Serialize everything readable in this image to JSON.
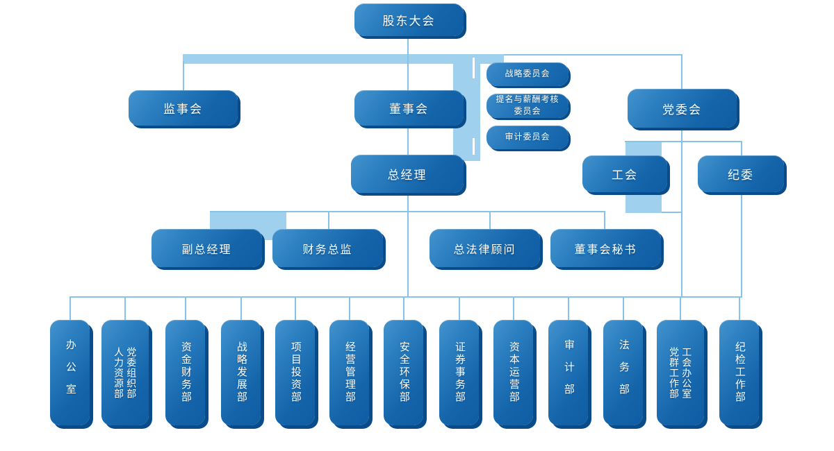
{
  "org_chart": {
    "background": "#ffffff",
    "colors": {
      "node_gradient_light": "#4493cd",
      "node_gradient_dark": "#0f5ca3",
      "node_shadow": "#0a4c89",
      "connector_line": "#86c4e7",
      "highlight_band": "#9fd0ee",
      "label_text": "#ffffff"
    },
    "top": {
      "shareholders_meeting": "股东大会"
    },
    "level2": {
      "supervisory_board": "监事会",
      "board_of_directors": "董事会",
      "party_committee": "党委会"
    },
    "board_committees": [
      "战略委员会",
      "提名与薪酬考核\n委员会",
      "审计委员会"
    ],
    "level3": {
      "general_manager": "总经理",
      "labor_union": "工会",
      "discipline_committee": "纪委"
    },
    "executives": [
      "副总经理",
      "财务总监",
      "总法律顾问",
      "董事会秘书"
    ],
    "departments": [
      {
        "columns": [
          "办公室"
        ]
      },
      {
        "columns": [
          "党委组织部",
          "人力资源部"
        ]
      },
      {
        "columns": [
          "资金财务部"
        ]
      },
      {
        "columns": [
          "战略发展部"
        ]
      },
      {
        "columns": [
          "项目投资部"
        ]
      },
      {
        "columns": [
          "经营管理部"
        ]
      },
      {
        "columns": [
          "安全环保部"
        ]
      },
      {
        "columns": [
          "证券事务部"
        ]
      },
      {
        "columns": [
          "资本运营部"
        ]
      },
      {
        "columns": [
          "审计部"
        ]
      },
      {
        "columns": [
          "法务部"
        ]
      },
      {
        "columns": [
          "工会办公室",
          "党群工作部"
        ]
      },
      {
        "columns": [
          "纪检工作部"
        ]
      }
    ]
  }
}
